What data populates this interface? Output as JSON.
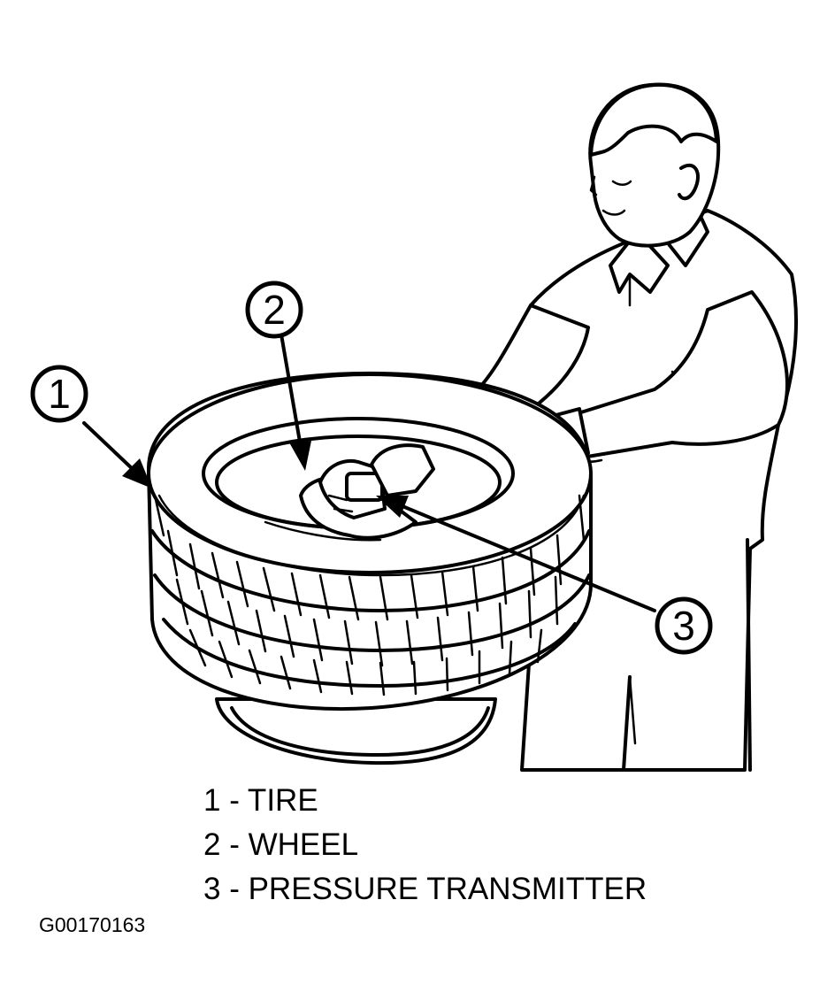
{
  "callouts": [
    {
      "number": "1",
      "target": "tire"
    },
    {
      "number": "2",
      "target": "wheel"
    },
    {
      "number": "3",
      "target": "pressure-transmitter"
    }
  ],
  "legend": [
    {
      "text": "1 - TIRE"
    },
    {
      "text": "2 - WHEEL"
    },
    {
      "text": "3 - PRESSURE TRANSMITTER"
    }
  ],
  "figure_id": "G00170163"
}
